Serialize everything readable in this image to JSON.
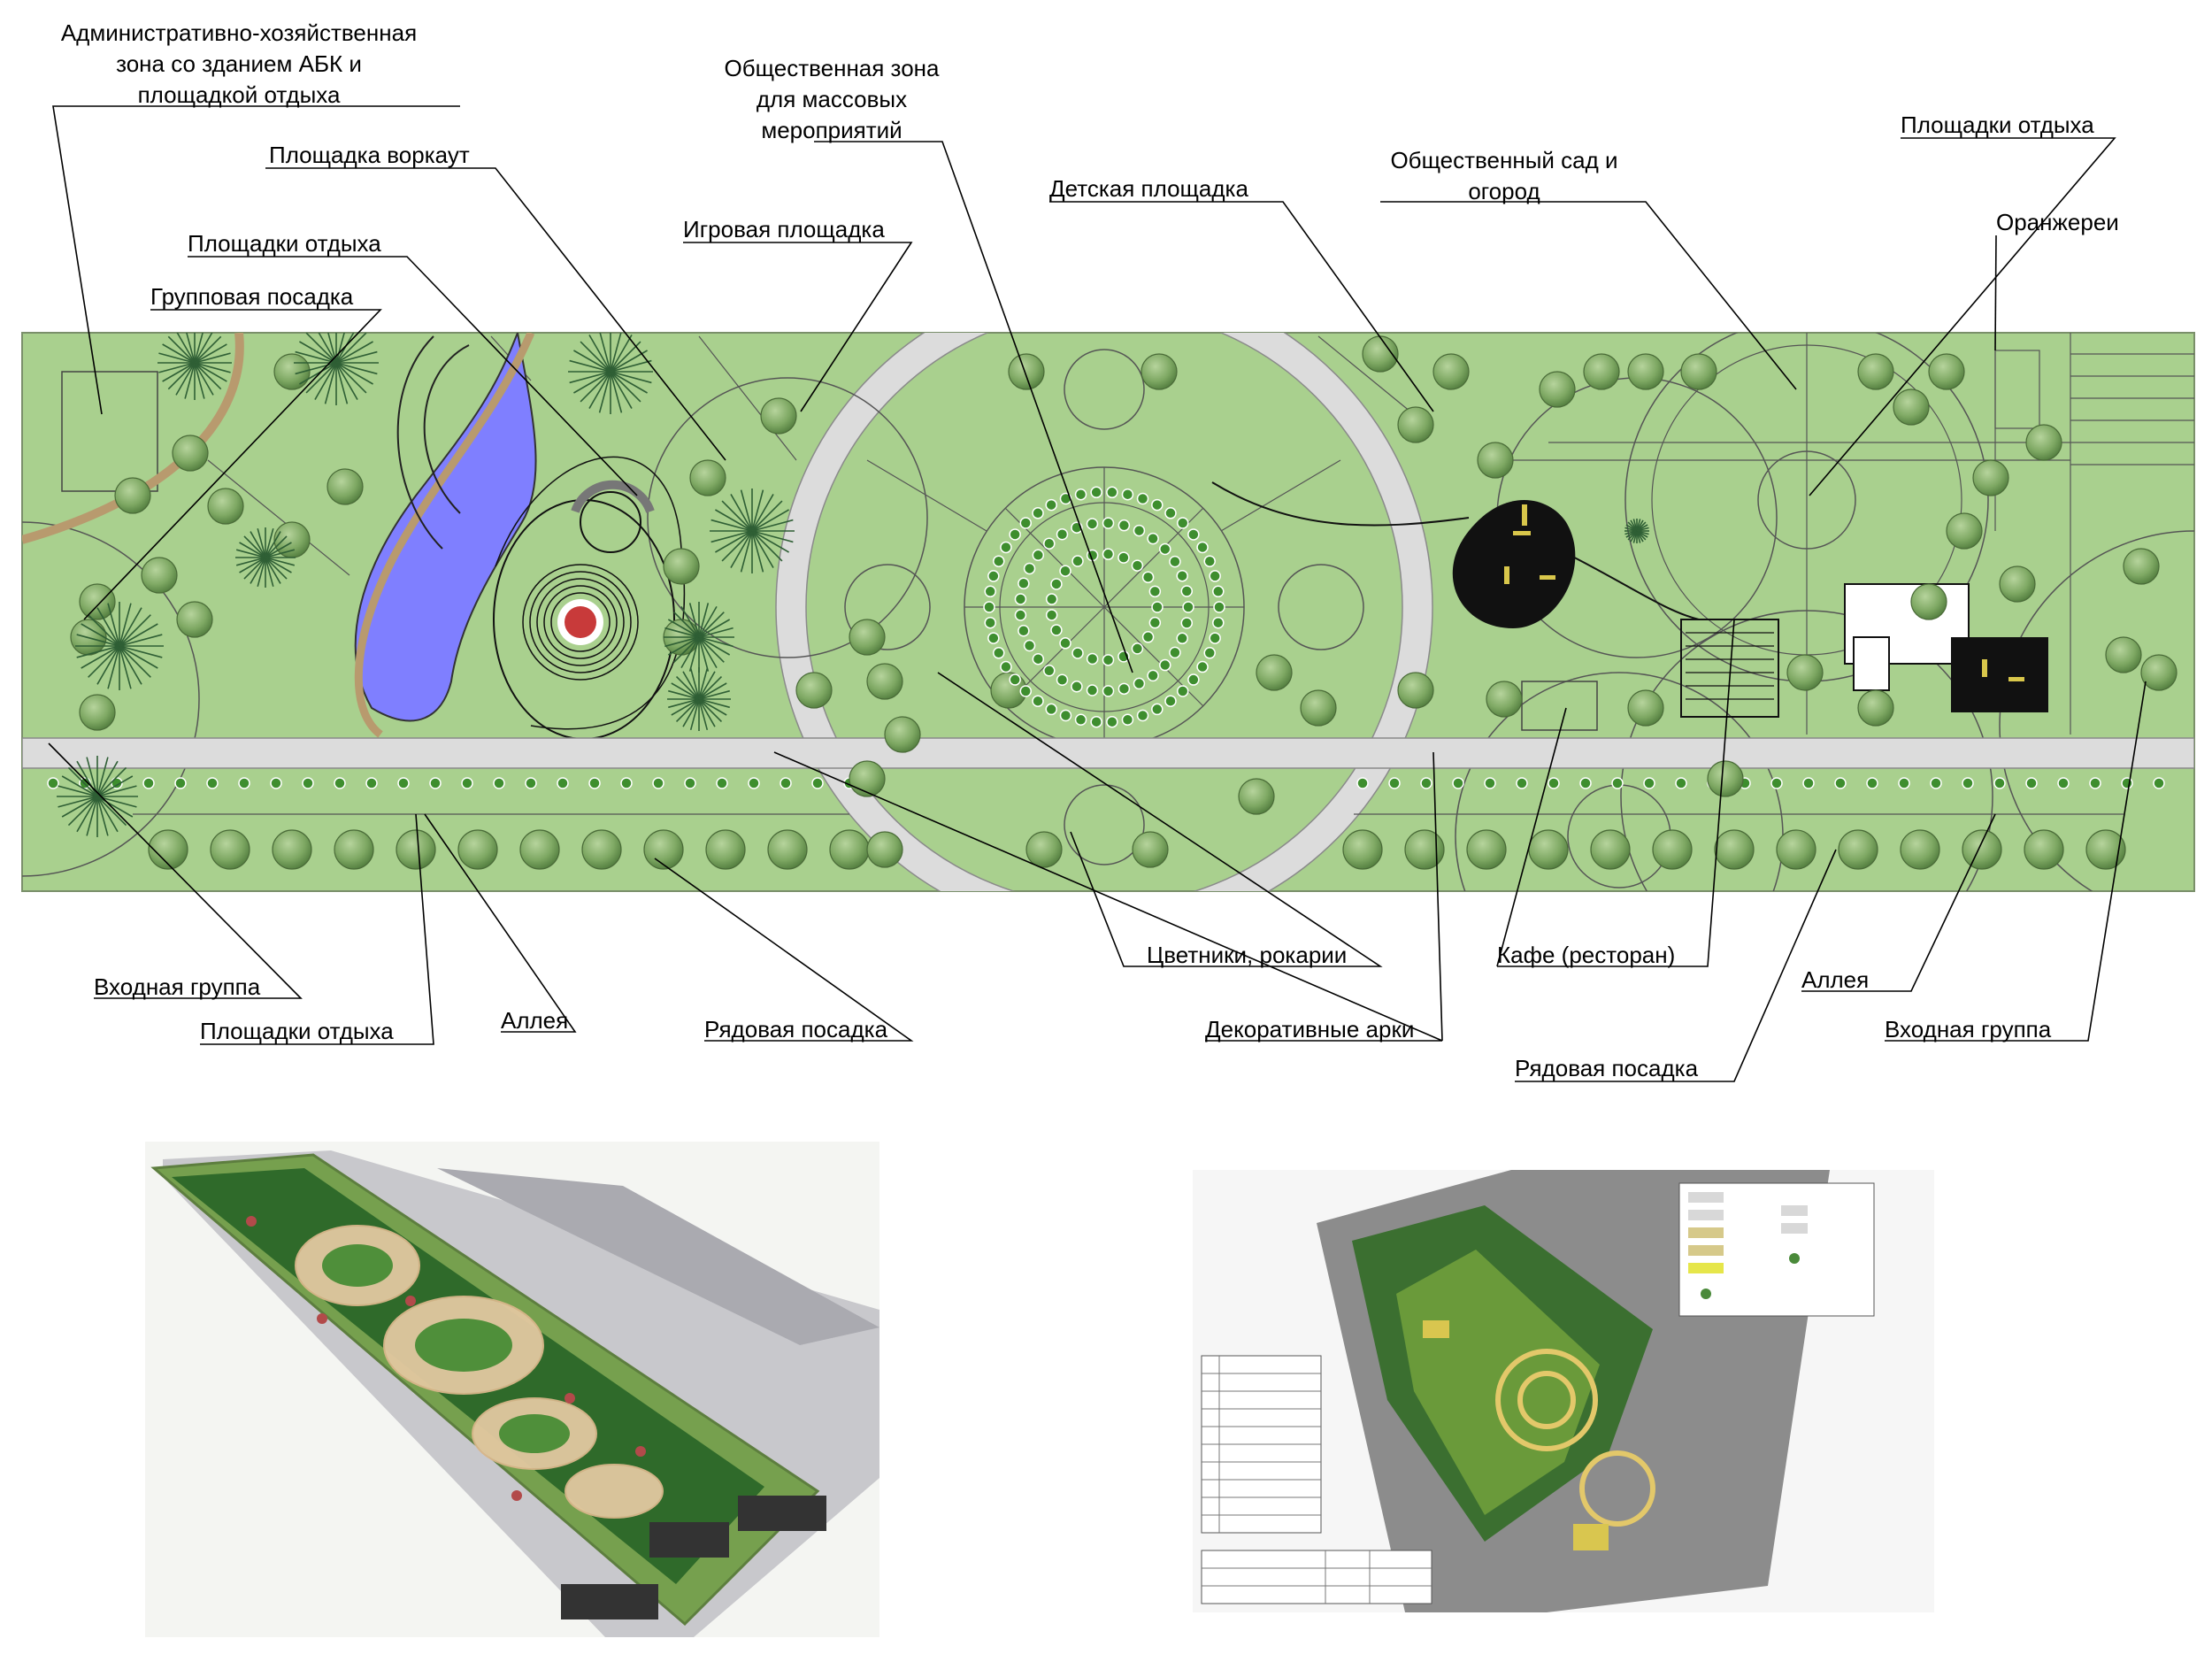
{
  "labels": {
    "admin_zone": [
      "Административно-хозяйственная",
      "зона со зданием АБК и",
      "площадкой отдыха"
    ],
    "public_zone": [
      "Общественная зона",
      "для массовых",
      "мероприятий"
    ],
    "workout": "Площадка воркаут",
    "rest_areas": "Площадки отдыха",
    "group_planting": "Групповая посадка",
    "play_area": "Игровая площадка",
    "kids_area": "Детская площадка",
    "public_garden": [
      "Общественный сад и",
      "огород"
    ],
    "greenhouses": "Оранжереи",
    "entrance_group": "Входная группа",
    "alley": "Аллея",
    "row_planting": "Рядовая посадка",
    "flowerbeds": "Цветники, рокарии",
    "cafe": "Кафе (ресторан)",
    "arches": "Декоративные арки"
  },
  "colors": {
    "lawn": "#a9d08e",
    "path": "#dcdcdc",
    "tree": "#6f9a55",
    "pond": "#7f7fff",
    "trail": "#b89a6e"
  },
  "icons": {
    "tree": "tree-crown-icon",
    "conifer": "conifer-starburst-icon"
  }
}
